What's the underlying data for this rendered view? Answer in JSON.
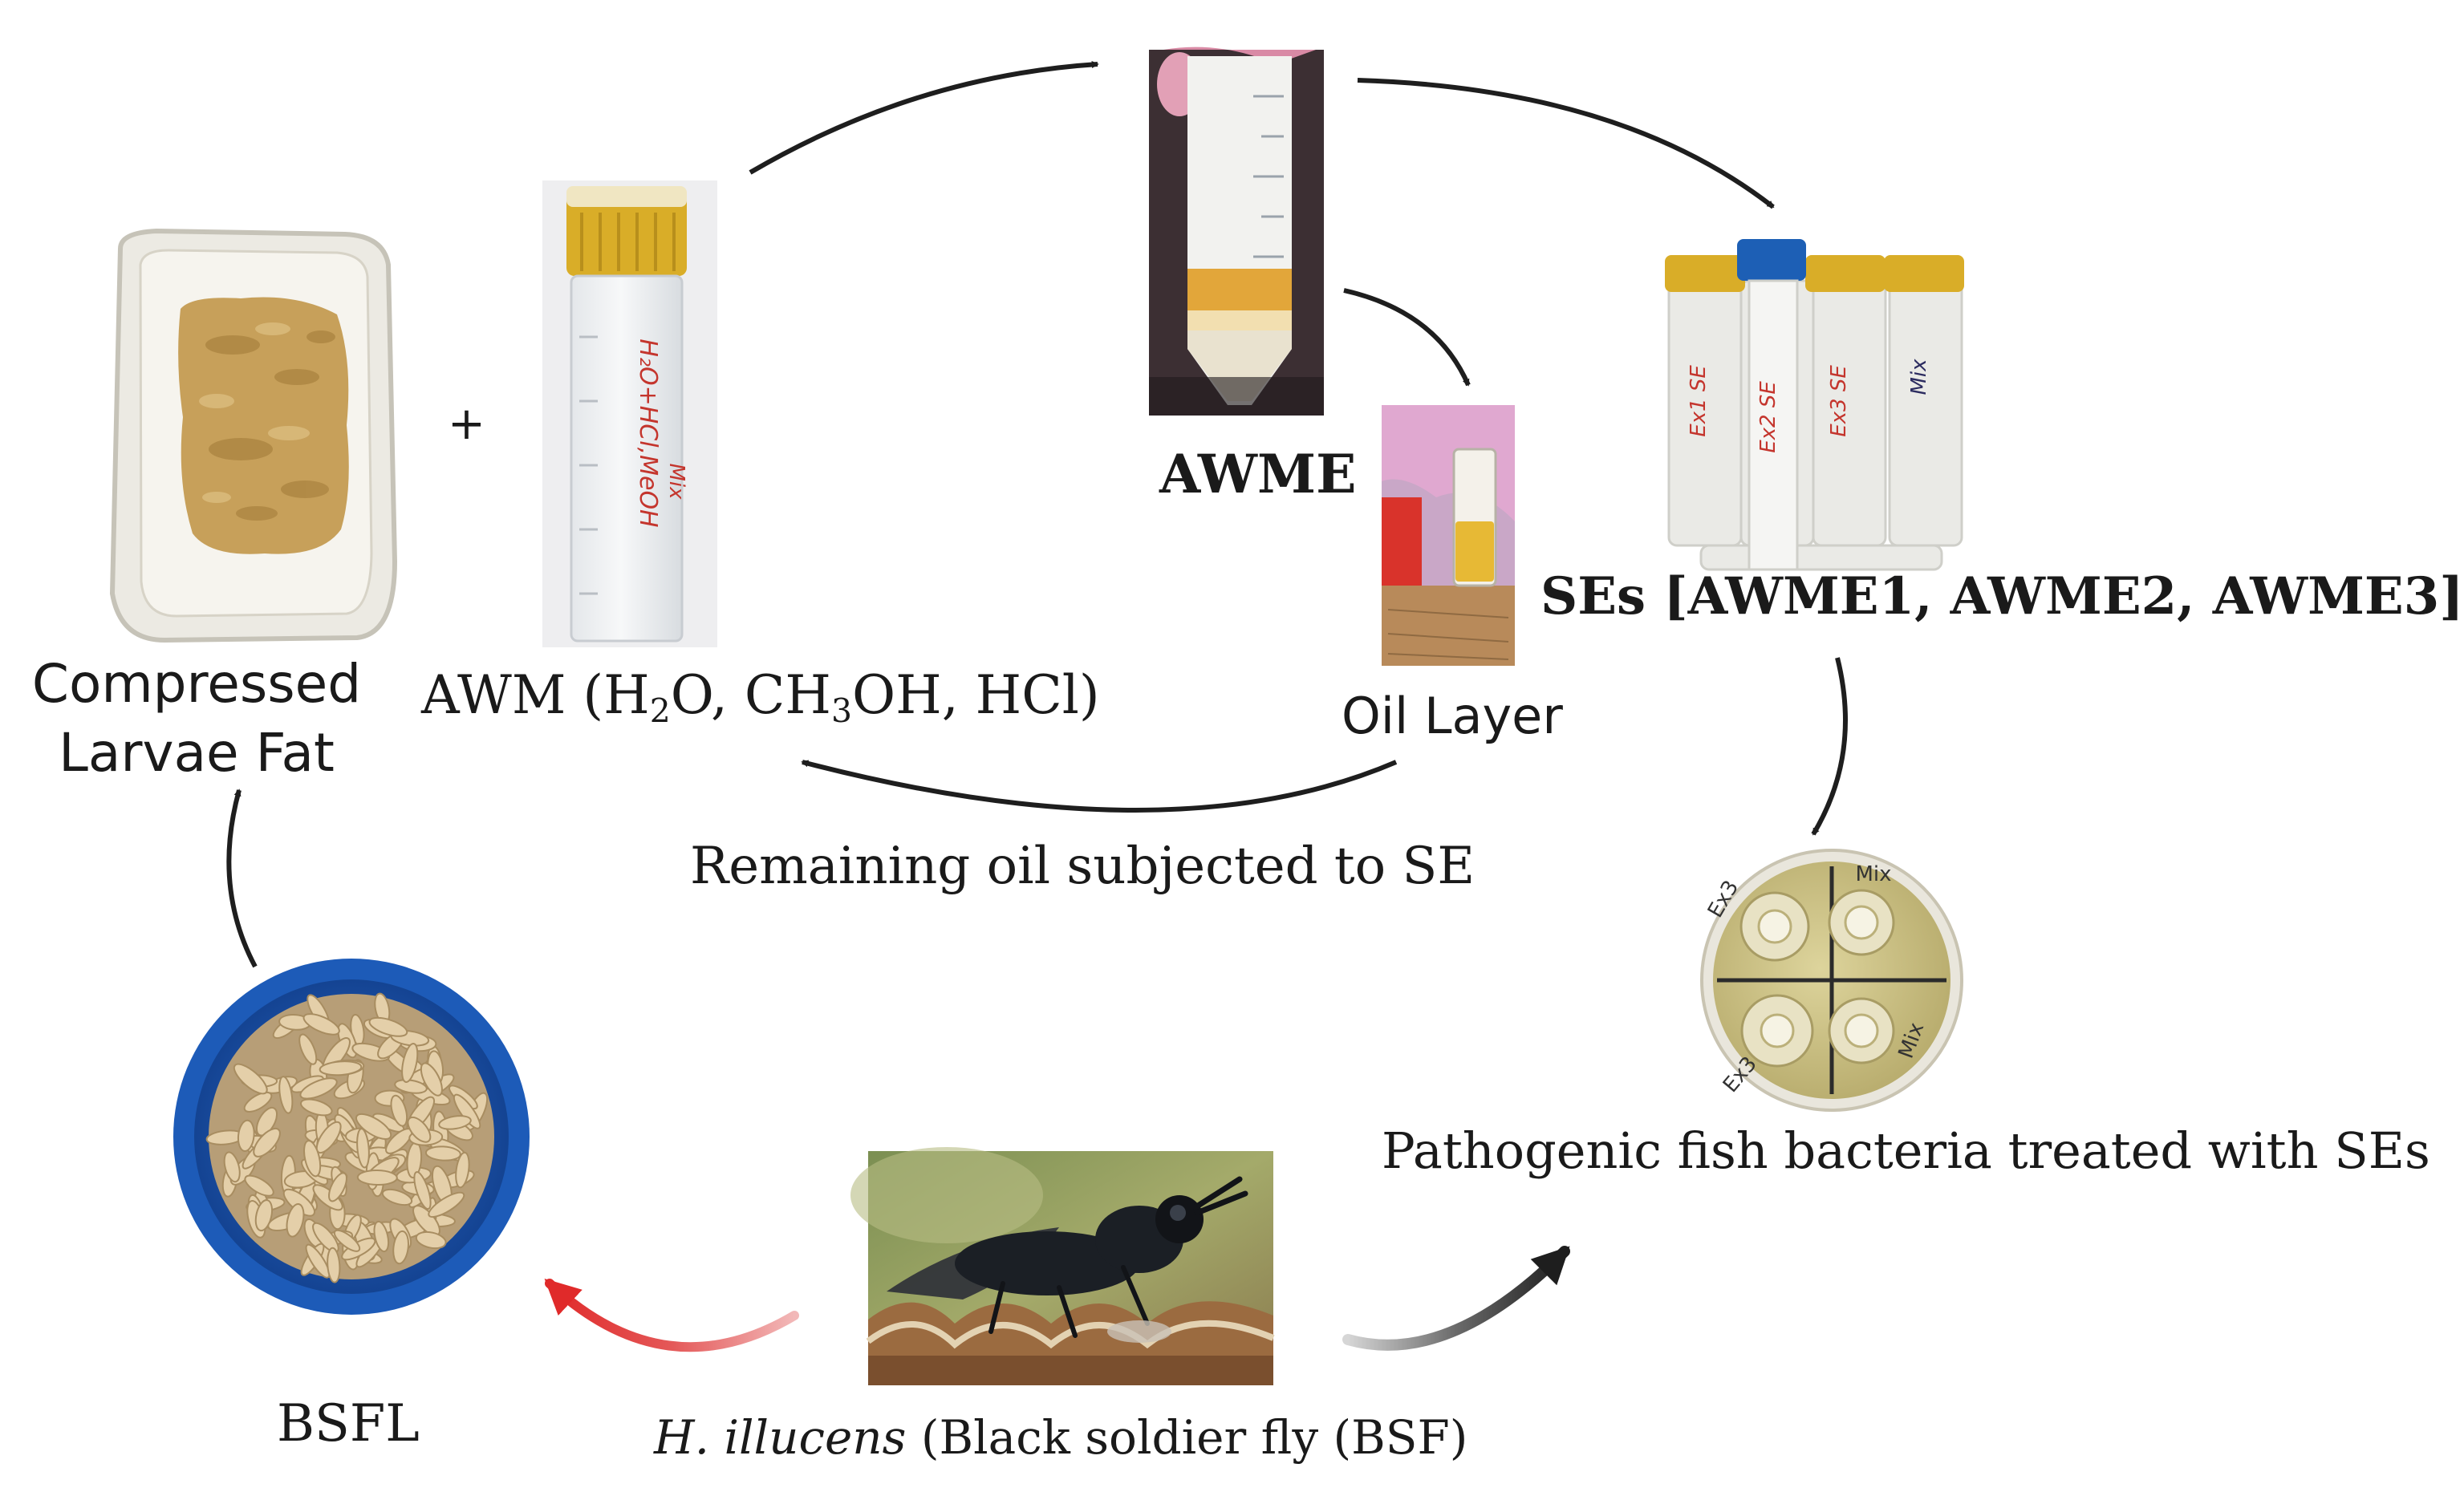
{
  "colors": {
    "arrow": "#1e1e1e",
    "arrow_red": "#e02a2a",
    "cap_yellow": "#d9ad28",
    "cap_blue": "#1d5fb5",
    "bowl_blue": "#1d5bb8",
    "larvae": "#d9c3a0",
    "fat": "#c7a05a",
    "oil": "#e2a63a",
    "agar": "#cfc48a",
    "fly": "#1b1f25",
    "marker_red": "#c4352d"
  },
  "labels": {
    "plus": "+",
    "larvae_fat_line1": "Compressed",
    "larvae_fat_line2": "Larvae Fat",
    "awm_prefix": "AWM (H",
    "awm_sub1": "2",
    "awm_mid": "O, CH",
    "awm_sub2": "3",
    "awm_suffix": "OH, HCl)",
    "awme": "AWME",
    "oil_layer": "Oil Layer",
    "ses": "SEs [AWME1, AWME2, AWME3]",
    "remaining_oil": "Remaining oil subjected to SE",
    "pathogenic": "Pathogenic fish bacteria treated with SEs",
    "bsfl": "BSFL",
    "fly_species": "H. illucens",
    "fly_common": " (Black soldier fly (BSF)"
  },
  "tube_writing": {
    "awm_tube_line1": "H₂O+HCl,MeOH",
    "awm_tube_line2": "Mix",
    "se_tube_1": "Ex1 SE",
    "se_tube_2": "Ex2 SE",
    "se_tube_3": "Ex3 SE",
    "se_tube_4": "Mix",
    "plate_q1": "Ex3",
    "plate_q2": "Mix",
    "plate_q3": "Ex3",
    "plate_q4": "Mix"
  },
  "icons": {
    "fat_container": "container-icon",
    "awm_tube": "tube-icon",
    "awme_tube": "tube-icon",
    "oil_vial": "vial-icon",
    "se_tubes": "tubes-icon",
    "petri_plate": "petri-dish-icon",
    "larvae_bowl": "bowl-icon",
    "fly_photo": "fly-icon"
  }
}
